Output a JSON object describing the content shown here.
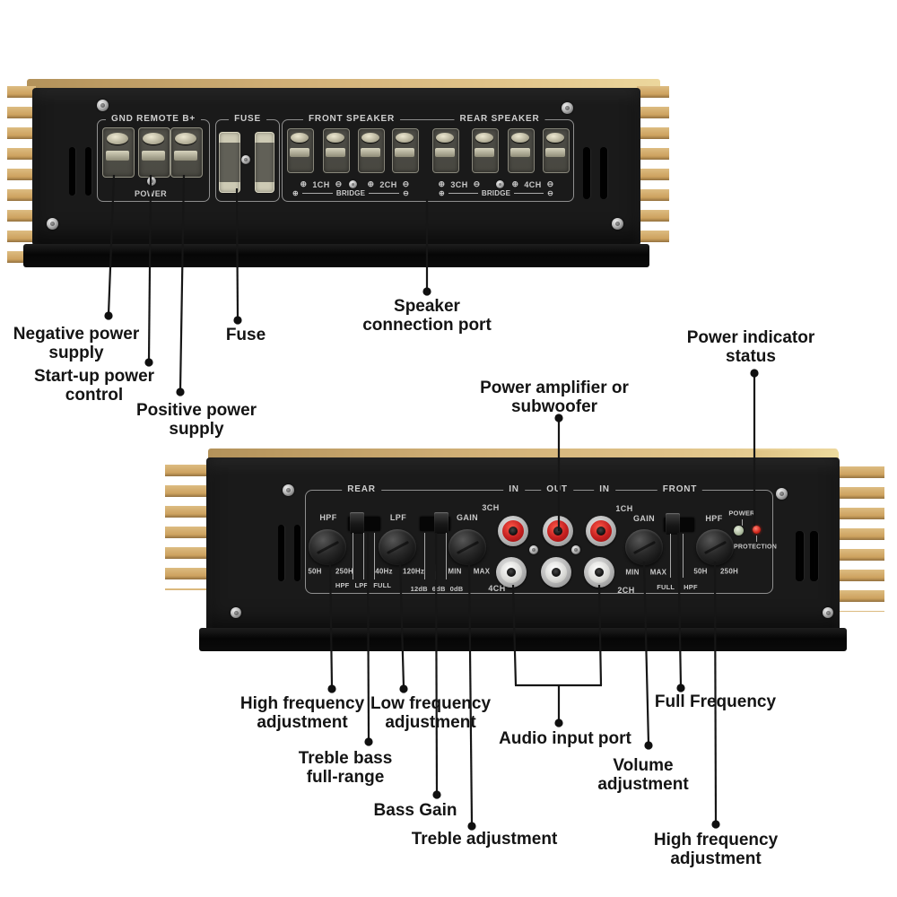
{
  "colors": {
    "background": "#ffffff",
    "chassis_black": "#1a1a1a",
    "heatsink_gold": "#cda25f",
    "panel_text": "#c9c9c9",
    "callout_text": "#141414",
    "rca_red": "#c41f1f",
    "rca_white": "#e8e8e6",
    "led_power": "#a9b79b",
    "led_protection": "#d02418"
  },
  "back_panel": {
    "power_title": "GND REMOTE B+",
    "power_label": "POWER",
    "fuse_title": "FUSE",
    "front_speaker_title": "FRONT SPEAKER",
    "rear_speaker_title": "REAR SPEAKER",
    "channels": [
      "1CH",
      "2CH",
      "3CH",
      "4CH"
    ],
    "bridge_label": "BRIDGE",
    "plus_glyph": "⊕",
    "minus_glyph": "⊖"
  },
  "front_panel": {
    "section_rear": "REAR",
    "section_in_left": "IN",
    "section_out": "OUT",
    "section_in_right": "IN",
    "section_front": "FRONT",
    "rear_hpf": {
      "title": "HPF",
      "min": "50H",
      "max": "250H"
    },
    "rear_xover_switch": [
      "HPF",
      "LPF",
      "FULL"
    ],
    "rear_lpf": {
      "title": "LPF",
      "min": "40Hz",
      "max": "120Hz"
    },
    "bass_boost_switch": [
      "12dB",
      "6dB",
      "0dB"
    ],
    "rear_gain": {
      "title": "GAIN",
      "min": "MIN",
      "max": "MAX"
    },
    "front_gain": {
      "title": "GAIN",
      "min": "MIN",
      "max": "MAX"
    },
    "front_xover_switch": [
      "FULL",
      "HPF"
    ],
    "front_hpf": {
      "title": "HPF",
      "min": "50H",
      "max": "250H"
    },
    "ch1": "1CH",
    "ch2": "2CH",
    "ch3": "3CH",
    "ch4": "4CH",
    "power_led_label": "POWER",
    "protection_led_label": "PROTECTION"
  },
  "callouts": {
    "negative_power": {
      "line1": "Negative power",
      "line2": "supply"
    },
    "startup_power": {
      "line1": "Start-up power",
      "line2": "control"
    },
    "positive_power": {
      "line1": "Positive power",
      "line2": "supply"
    },
    "fuse": {
      "line1": "Fuse"
    },
    "speaker_port": {
      "line1": "Speaker",
      "line2": "connection port"
    },
    "amp_or_subwoofer": {
      "line1": "Power amplifier or",
      "line2": "subwoofer"
    },
    "power_indicator": {
      "line1": "Power indicator",
      "line2": "status"
    },
    "high_freq_rear": {
      "line1": "High frequency",
      "line2": "adjustment"
    },
    "treble_bass_fullrange": {
      "line1": "Treble bass",
      "line2": "full-range"
    },
    "low_freq": {
      "line1": "Low frequency",
      "line2": "adjustment"
    },
    "bass_gain": {
      "line1": "Bass Gain"
    },
    "treble_adjustment": {
      "line1": "Treble adjustment"
    },
    "audio_input": {
      "line1": "Audio input port"
    },
    "volume_adjustment": {
      "line1": "Volume",
      "line2": "adjustment"
    },
    "full_frequency": {
      "line1": "Full Frequency"
    },
    "high_freq_front": {
      "line1": "High frequency",
      "line2": "adjustment"
    }
  }
}
